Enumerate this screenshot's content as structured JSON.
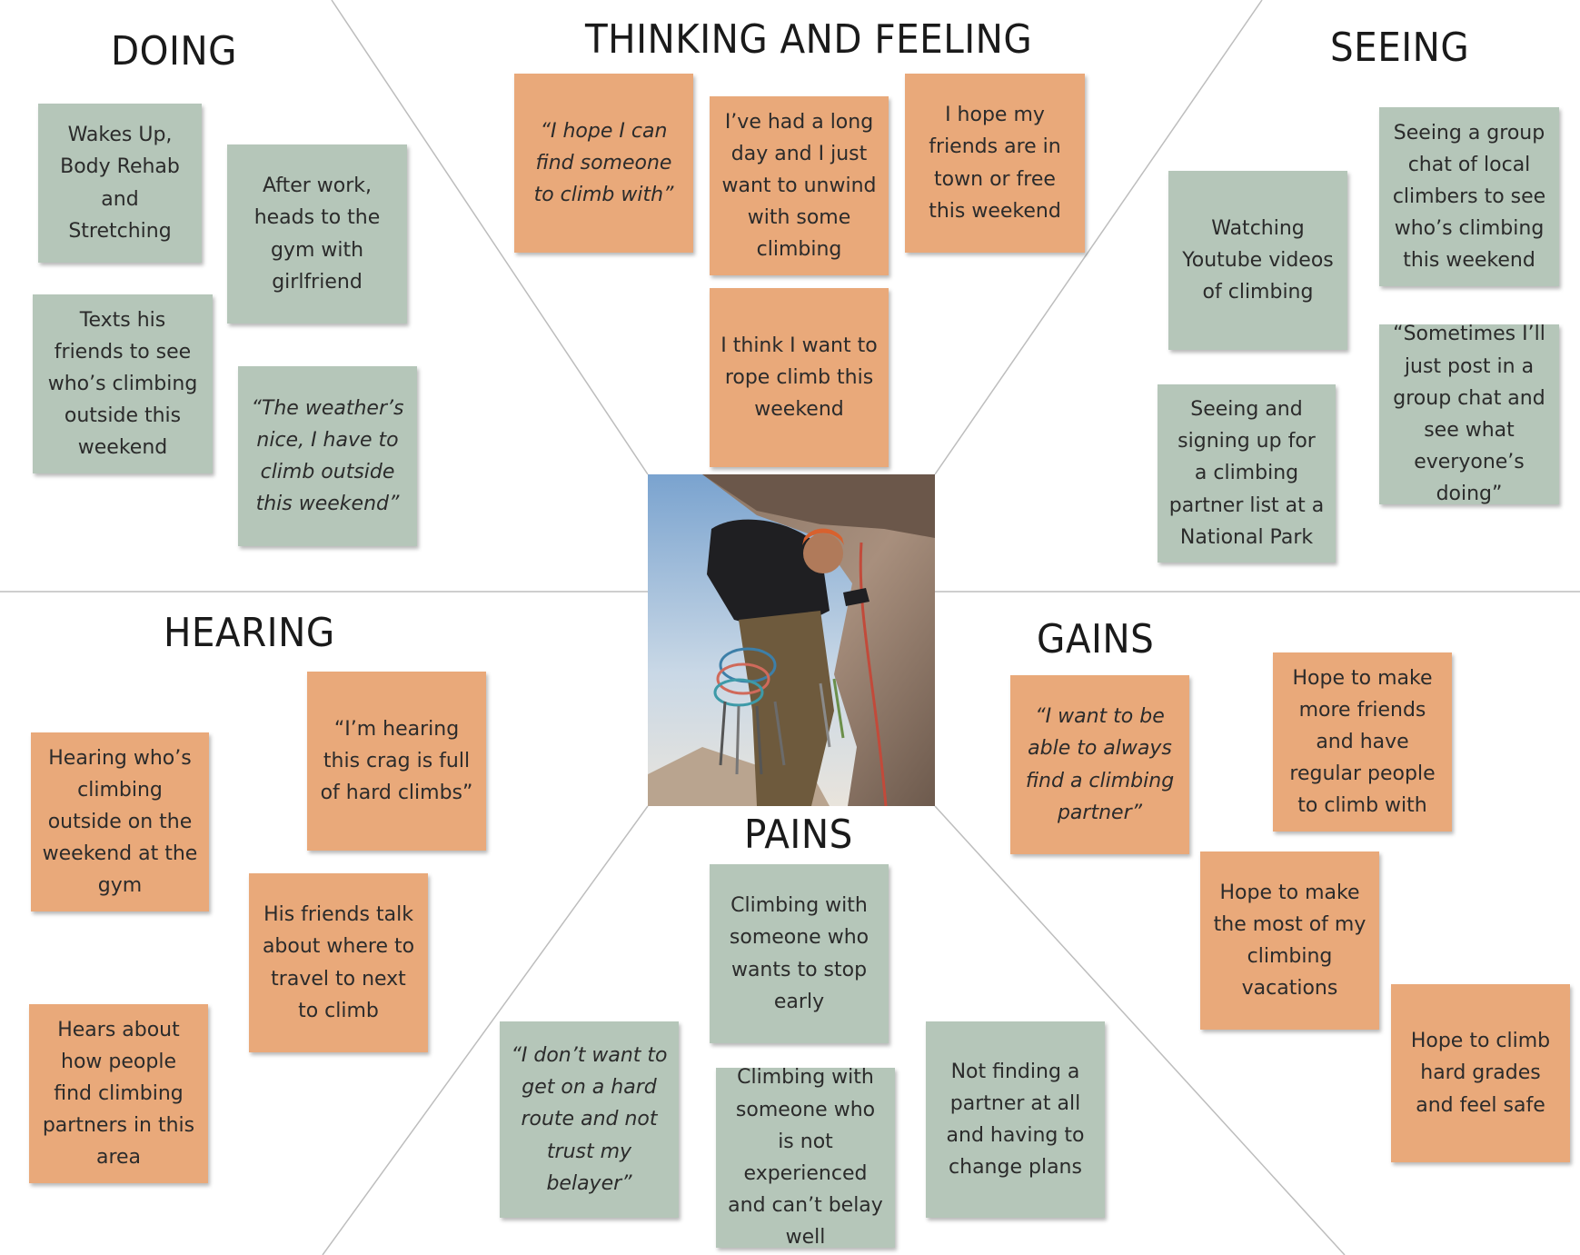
{
  "headings": {
    "doing": "DOING",
    "thinking": "THINKING AND FEELING",
    "seeing": "SEEING",
    "hearing": "HEARING",
    "gains": "GAINS",
    "pains": "PAINS"
  },
  "doing": {
    "notes": [
      "Wakes Up, Body Rehab and Stretching",
      "After work, heads to the gym with girlfriend",
      "Texts his friends to see who’s climbing outside this weekend",
      "“The weather’s nice, I have to climb outside this weekend”"
    ]
  },
  "thinking": {
    "notes": [
      "“I hope I can find someone to climb with”",
      "I’ve had a long day and I just want to unwind with some climbing",
      "I hope my friends are in town or free this weekend",
      "I think I want to rope climb this weekend"
    ]
  },
  "seeing": {
    "notes": [
      "Watching Youtube videos of climbing",
      "Seeing a group chat of local climbers to see who’s climbing this weekend",
      "Seeing and signing up for a climbing partner list at a National Park",
      "“Sometimes I’ll just post in a group chat and see what everyone’s doing”"
    ]
  },
  "hearing": {
    "notes": [
      "“I’m hearing this crag is full of hard climbs”",
      "Hearing who’s climbing outside on the weekend at the gym",
      "His friends talk about where to travel to next to climb",
      "Hears about how people find climbing partners in this area"
    ]
  },
  "gains": {
    "notes": [
      "“I want to be able to always find a climbing partner”",
      "Hope to make more friends and have regular people to climb with",
      "Hope to make the most of my climbing vacations",
      "Hope to climb hard grades and feel safe"
    ]
  },
  "pains": {
    "notes": [
      "Climbing with someone who wants to stop early",
      "“I don’t want to get on a hard route and not trust my belayer”",
      "Climbing with someone who is not experienced and can’t belay well",
      "Not finding a partner at all and having to change plans"
    ]
  },
  "colors": {
    "green_note": "#b5c6b9",
    "orange_note": "#e9a97a",
    "divider": "#bdbdbd"
  },
  "center_image": "rock-climber-photo"
}
